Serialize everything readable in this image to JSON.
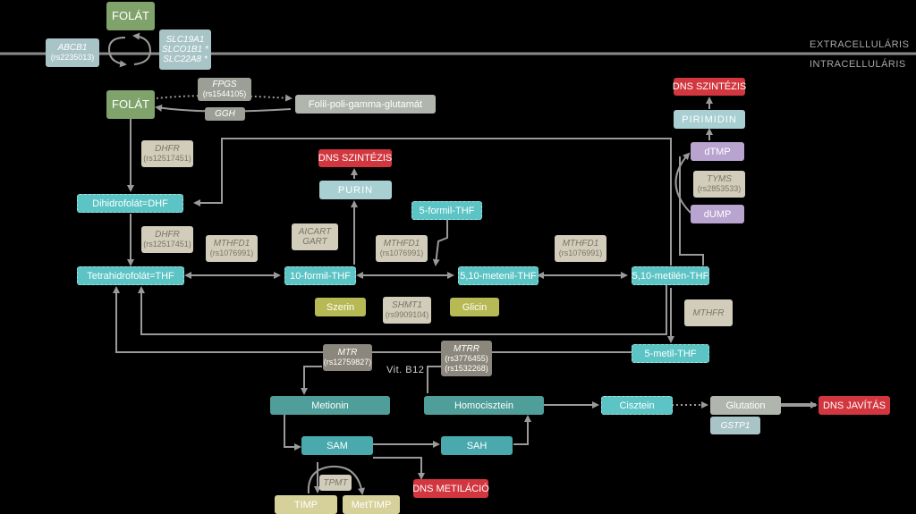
{
  "regions": {
    "extra": "EXTRACELLULÁRIS",
    "intra": "INTRACELLULÁRIS"
  },
  "nodes": {
    "folat_top": "FOLÁT",
    "folat_in": "FOLÁT",
    "folil": "Folil-poli-gamma-glutamát",
    "dhf": "Dihidrofolát=DHF",
    "thf": "Tetrahidrofolát=THF",
    "formil10": "10-formil-THF",
    "formil5": "5-formil-THF",
    "metenil": "5,10-metenil-THF",
    "metilen": "5,10-metilén-THF",
    "metil5": "5-metil-THF",
    "purin": "PURIN",
    "dns_purin": "DNS SZINTÉZIS",
    "dns_pirim": "DNS SZINTÉZIS",
    "pirimidin": "PIRIMIDIN",
    "dtmp": "dTMP",
    "dump": "dUMP",
    "szerin": "Szerin",
    "glicin": "Glicin",
    "metionin": "Metionin",
    "homocisztein": "Homocisztein",
    "cisztein": "Cisztein",
    "glutation": "Glutation",
    "dns_javitas": "DNS JAVÍTÁS",
    "sam": "SAM",
    "sah": "SAH",
    "dns_metilacio": "DNS METILÁCIÓ",
    "timp": "TIMP",
    "mettimp": "MetTIMP"
  },
  "enzymes": {
    "abcb1": {
      "name": "ABCB1",
      "rs": "(rs2235013)"
    },
    "slc": {
      "l1": "SLC19A1",
      "l2": "SLCO1B1 *",
      "l3": "SLC22A8 *"
    },
    "fpgs": {
      "name": "FPGS",
      "rs": "(rs1544105)"
    },
    "ggh": {
      "name": "GGH"
    },
    "dhfr1": {
      "name": "DHFR",
      "rs": "(rs12517451)"
    },
    "dhfr2": {
      "name": "DHFR",
      "rs": "(rs12517451)"
    },
    "mthfd1a": {
      "name": "MTHFD1",
      "rs": "(rs1076991)"
    },
    "aicart": {
      "l1": "AICART",
      "l2": "GART"
    },
    "mthfd1b": {
      "name": "MTHFD1",
      "rs": "(rs1076991)"
    },
    "mthfd1c": {
      "name": "MTHFD1",
      "rs": "(rs1076991)"
    },
    "tyms": {
      "name": "TYMS",
      "rs": "(rs2853533)"
    },
    "shmt1": {
      "name": "SHMT1",
      "rs": "(rs9909104)"
    },
    "mthfr": {
      "name": "MTHFR"
    },
    "mtr": {
      "name": "MTR",
      "rs": "(rs12759827)"
    },
    "mtrr": {
      "name": "MTRR",
      "rs1": "(rs3776455)",
      "rs2": "(rs1532268)"
    },
    "gstp1": {
      "name": "GSTP1"
    },
    "tpmt": {
      "name": "TPMT"
    }
  },
  "labels": {
    "vitb12": "Vit. B12"
  },
  "colors": {
    "teal": "#5cc4c4",
    "red": "#d2363f",
    "green": "#7fa36a",
    "lime": "#b6b954",
    "purple": "#b9a3cf",
    "line": "#9a9a9a"
  }
}
